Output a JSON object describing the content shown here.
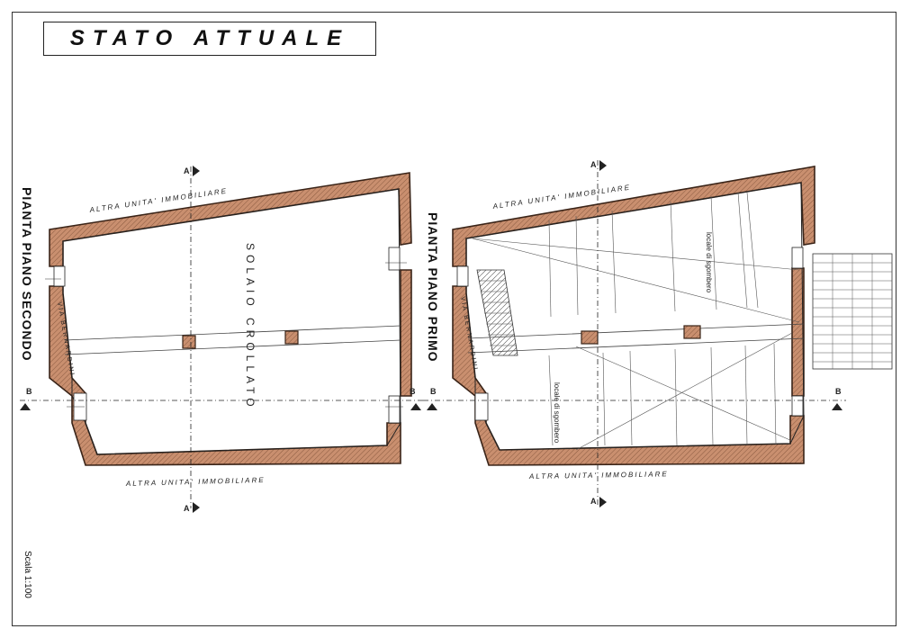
{
  "title": "STATO ATTUALE",
  "plans": {
    "second_floor": {
      "name": "PIANTA PIANO SECONDO",
      "top_neighbor": "ALTRA UNITA' IMMOBILIARE",
      "bottom_neighbor": "ALTRA UNITA' IMMOBILIARE",
      "street": "VIA BERNARDINI",
      "collapsed_floor": "SOLAIO CROLLATO"
    },
    "first_floor": {
      "name": "PIANTA PIANO PRIMO",
      "top_neighbor": "ALTRA UNITA' IMMOBILIARE",
      "bottom_neighbor": "ALTRA UNITA' IMMOBILIARE",
      "street": "VIA BERNARDINI",
      "room_upper": "locale di sgombero",
      "room_lower": "locale di sgombero"
    }
  },
  "section_markers": {
    "a": "A",
    "b": "B"
  },
  "scale": "Scala 1:100",
  "colors": {
    "wall_fill": "#c98f6f",
    "wall_stroke": "#3a2418",
    "line": "#222222"
  }
}
